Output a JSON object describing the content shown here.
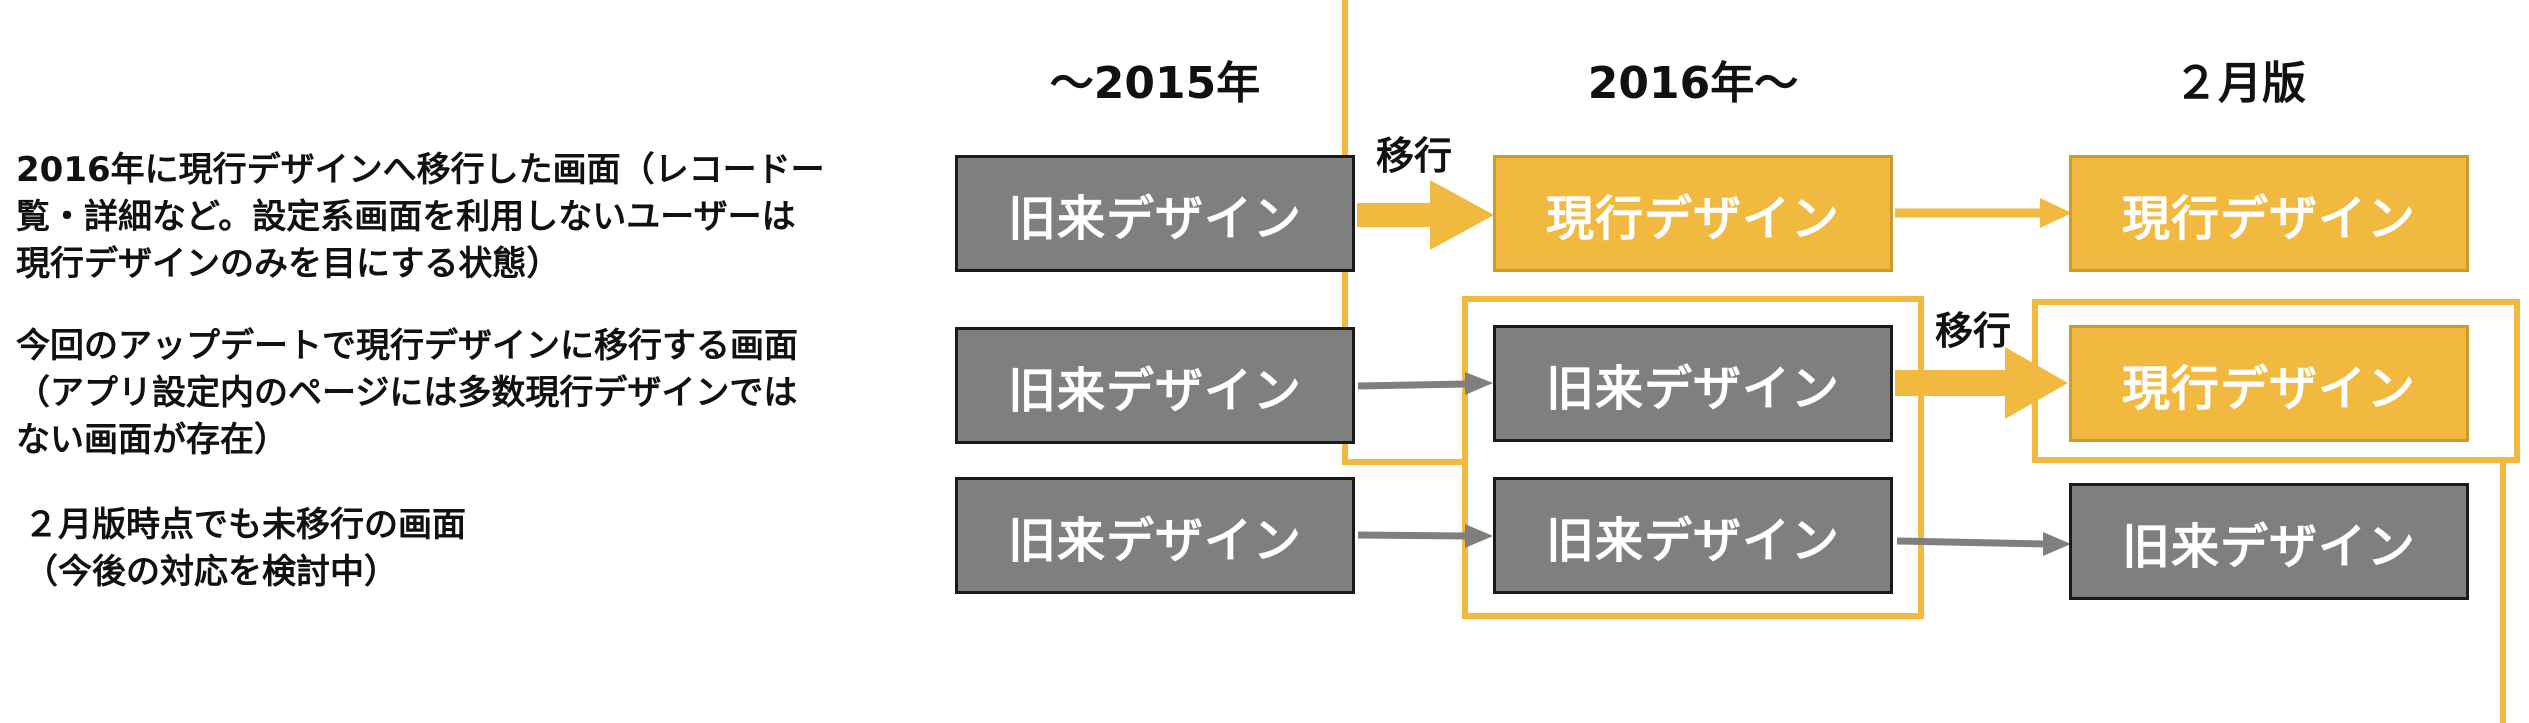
{
  "columns": [
    "〜2015年",
    "2016年〜",
    "２月版"
  ],
  "rows": [
    {
      "description": "2016年に現行デザインへ移行した画面（レコードー\n覧・詳細など。設定系画面を利用しないユーザーは\n現行デザインのみを目にする状態）",
      "boxes": [
        "旧来デザイン",
        "現行デザイン",
        "現行デザイン"
      ]
    },
    {
      "description": "今回のアップデートで現行デザインに移行する画面\n（アプリ設定内のページには多数現行デザインでは\nない画面が存在）",
      "boxes": [
        "旧来デザイン",
        "旧来デザイン",
        "現行デザイン"
      ]
    },
    {
      "description": "２月版時点でも未移行の画面\n（今後の対応を検討中）",
      "boxes": [
        "旧来デザイン",
        "旧来デザイン",
        "旧来デザイン"
      ]
    }
  ],
  "migration_label": "移行",
  "colors": {
    "old_fill": "#7f7f7f",
    "new_fill": "#f1b93f",
    "highlight_frame": "#f1b93f",
    "gray_arrow": "#7f7f7f"
  }
}
